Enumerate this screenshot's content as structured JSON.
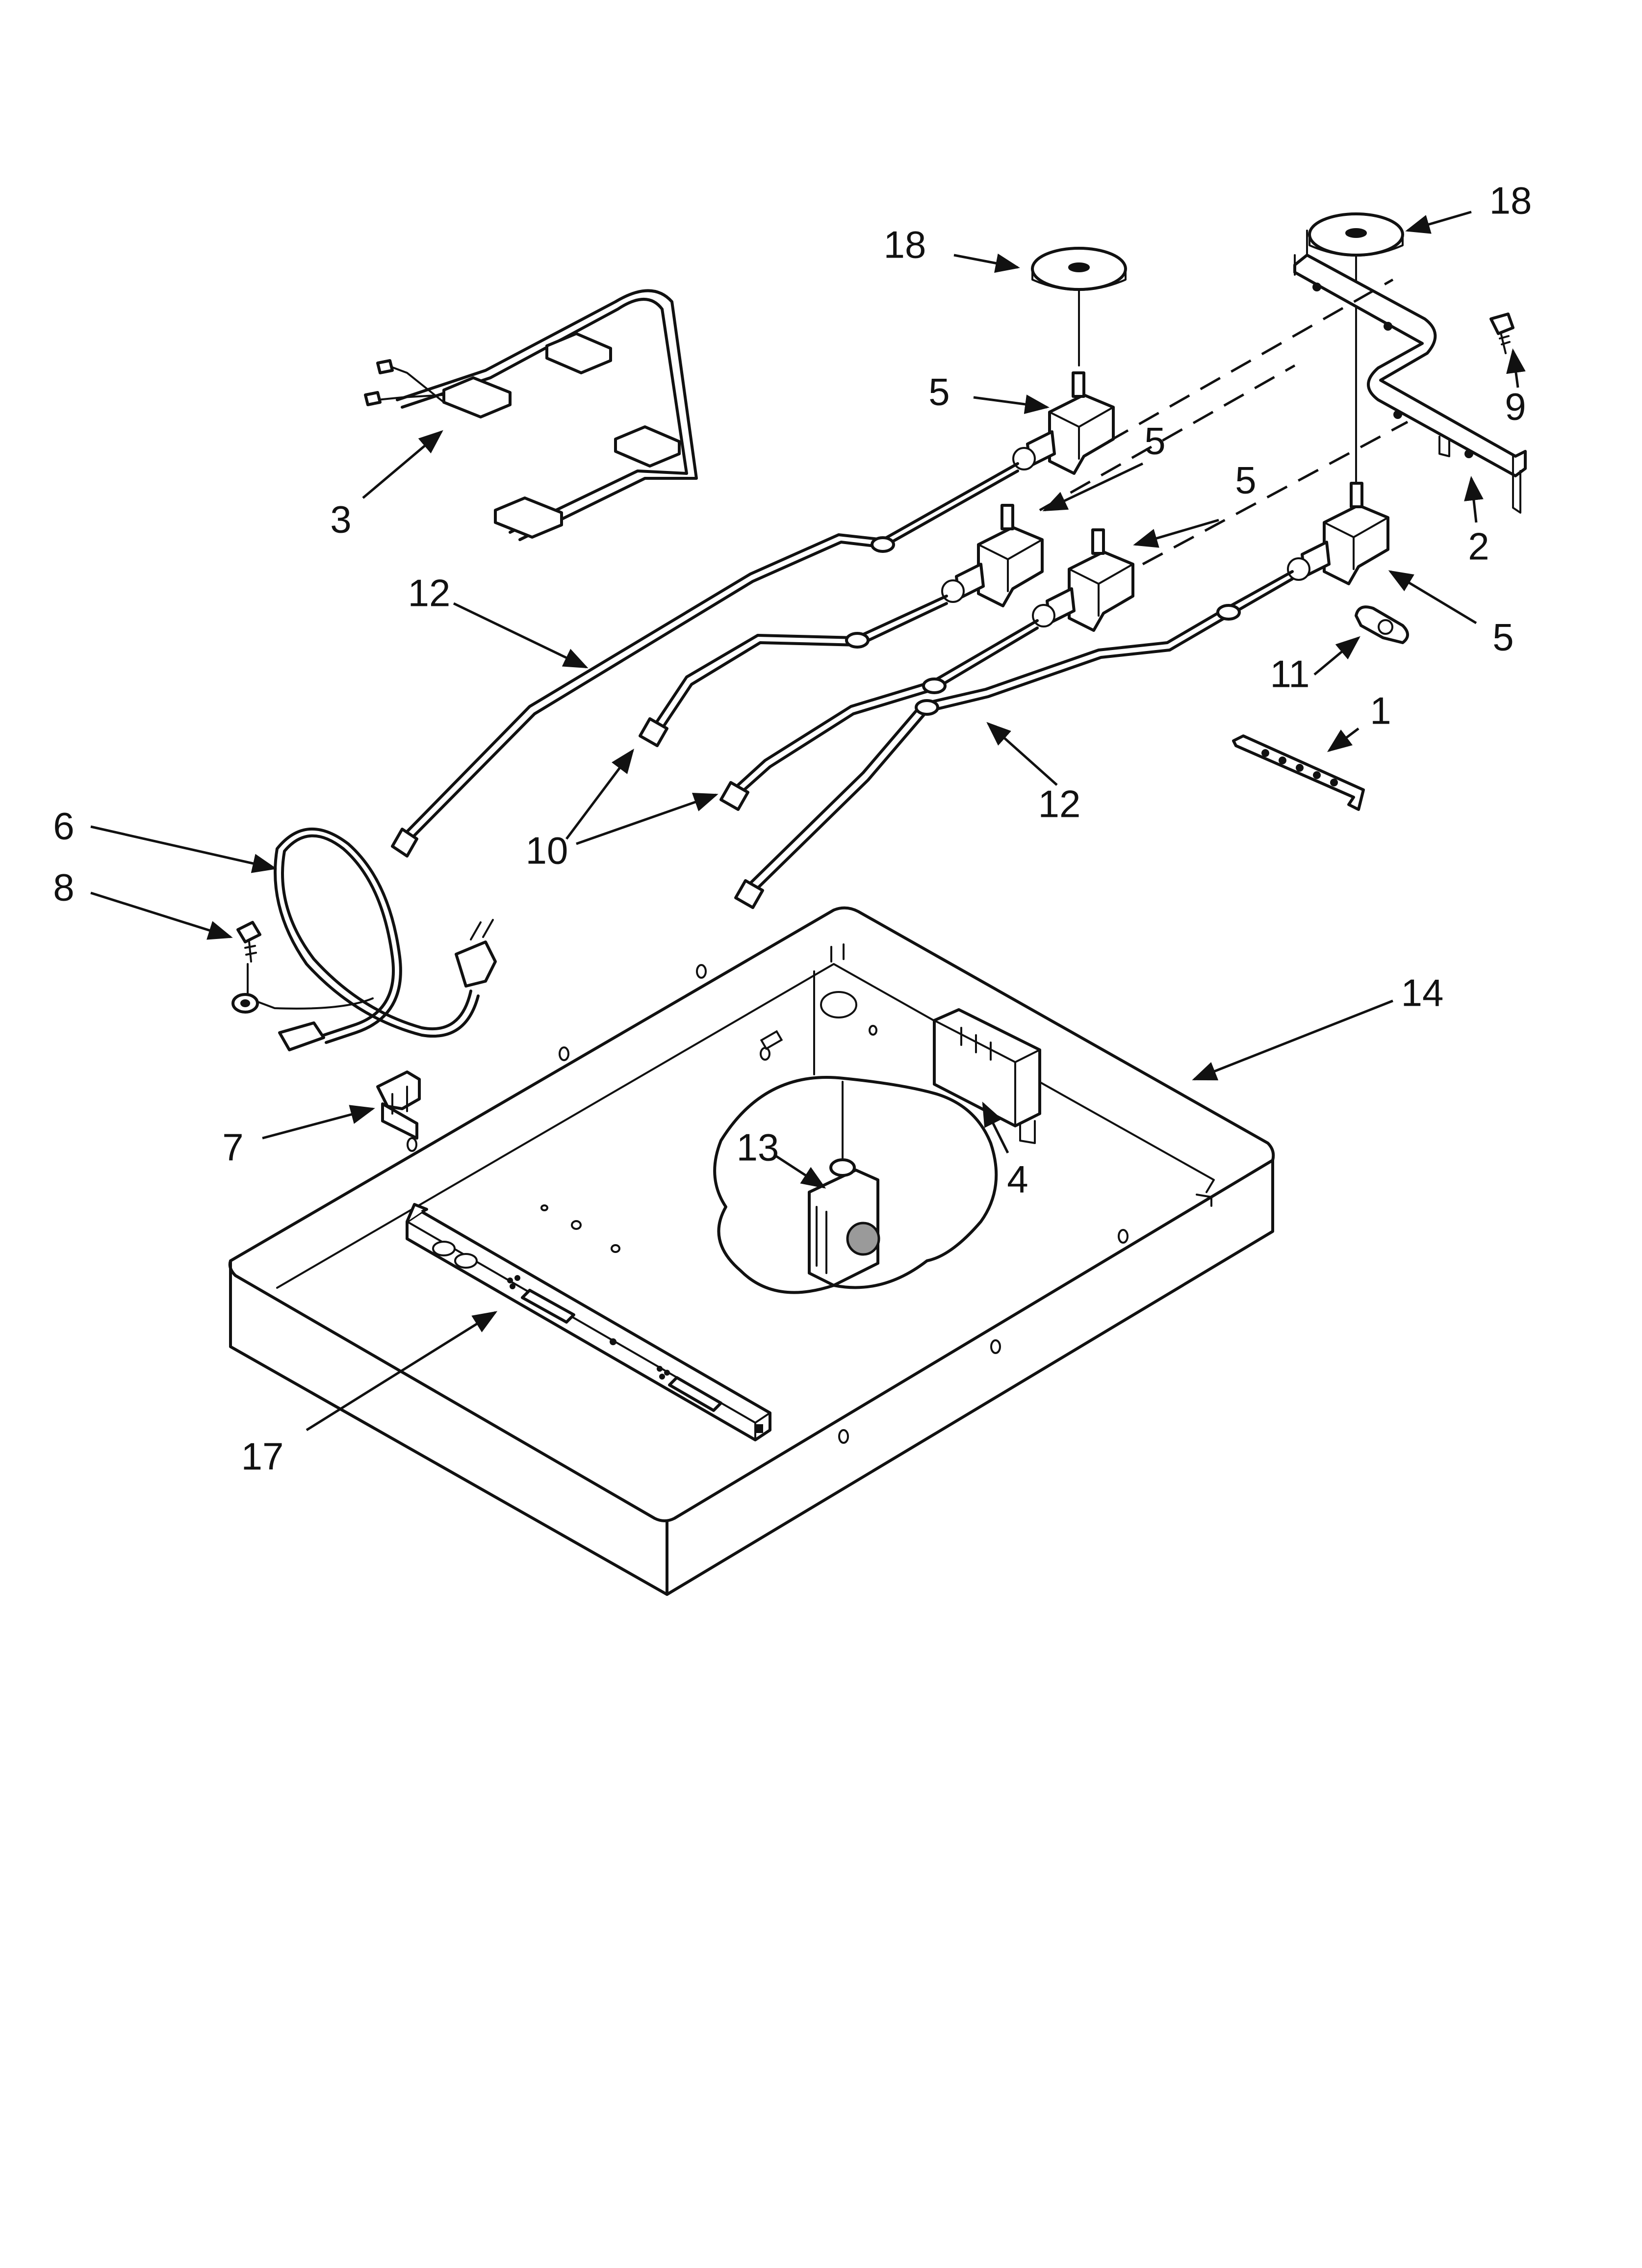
{
  "callouts": [
    {
      "id": "c18a",
      "label": "18"
    },
    {
      "id": "c18b",
      "label": "18"
    },
    {
      "id": "c5a",
      "label": "5"
    },
    {
      "id": "c5b",
      "label": "5"
    },
    {
      "id": "c5c",
      "label": "5"
    },
    {
      "id": "c5d",
      "label": "5"
    },
    {
      "id": "c9",
      "label": "9"
    },
    {
      "id": "c3",
      "label": "3"
    },
    {
      "id": "c2",
      "label": "2"
    },
    {
      "id": "c12a",
      "label": "12"
    },
    {
      "id": "c12b",
      "label": "12"
    },
    {
      "id": "c11",
      "label": "11"
    },
    {
      "id": "c1",
      "label": "1"
    },
    {
      "id": "c10",
      "label": "10"
    },
    {
      "id": "c6",
      "label": "6"
    },
    {
      "id": "c8",
      "label": "8"
    },
    {
      "id": "c14",
      "label": "14"
    },
    {
      "id": "c7",
      "label": "7"
    },
    {
      "id": "c13",
      "label": "13"
    },
    {
      "id": "c4",
      "label": "4"
    },
    {
      "id": "c17",
      "label": "17"
    }
  ]
}
